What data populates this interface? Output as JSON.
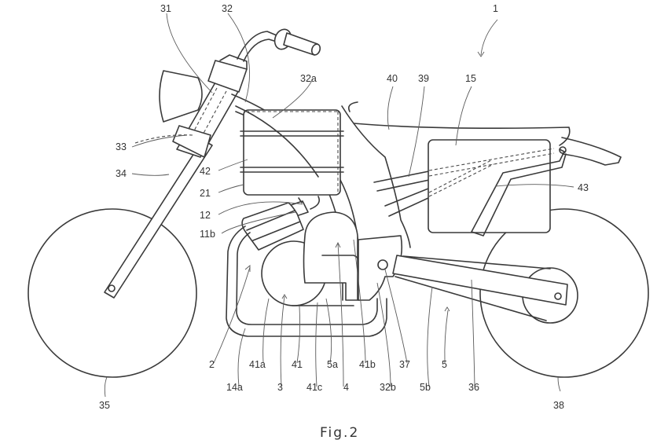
{
  "figure": {
    "caption": "Fig.2",
    "subject": "motorcycle side view",
    "labels": {
      "l1": "1",
      "l2": "2",
      "l3": "3",
      "l4": "4",
      "l5": "5",
      "l5a": "5a",
      "l5b": "5b",
      "l11b": "11b",
      "l12": "12",
      "l14a": "14a",
      "l15": "15",
      "l21": "21",
      "l31": "31",
      "l32": "32",
      "l32a": "32a",
      "l32b": "32b",
      "l33": "33",
      "l34": "34",
      "l35": "35",
      "l36": "36",
      "l37": "37",
      "l38": "38",
      "l39": "39",
      "l40": "40",
      "l41": "41",
      "l41a": "41a",
      "l41b": "41b",
      "l41c": "41c",
      "l42": "42",
      "l43": "43"
    }
  }
}
